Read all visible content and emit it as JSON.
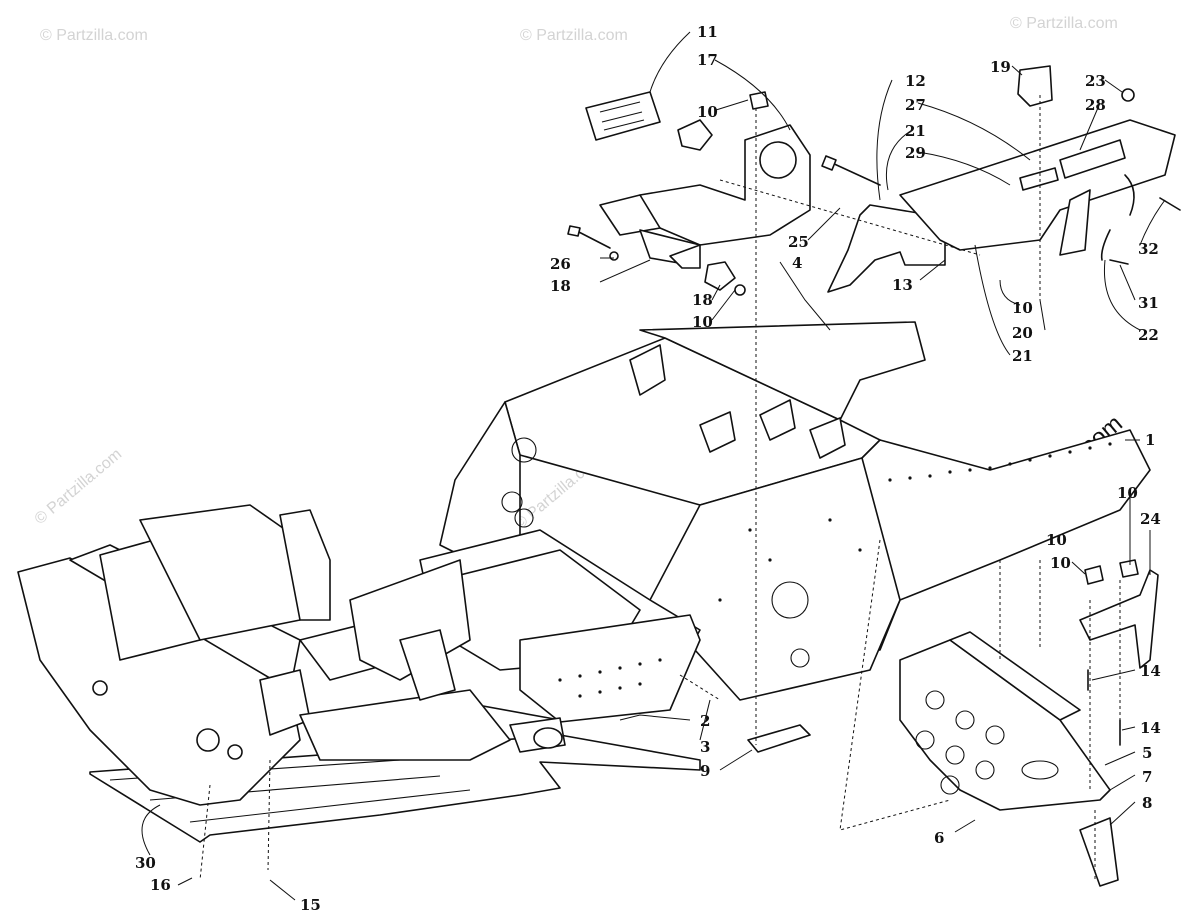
{
  "watermark": {
    "brand": "© Partzilla.com",
    "small": "© Partzilla.com"
  },
  "callouts": {
    "c1": "1",
    "c2": "2",
    "c3": "3",
    "c4": "4",
    "c5": "5",
    "c6": "6",
    "c7": "7",
    "c8": "8",
    "c9": "9",
    "c10a": "10",
    "c10b": "10",
    "c10c": "10",
    "c10d": "10",
    "c10e": "10",
    "c10f": "10",
    "c11": "11",
    "c12": "12",
    "c13": "13",
    "c14a": "14",
    "c14b": "14",
    "c15": "15",
    "c16": "16",
    "c17": "17",
    "c18a": "18",
    "c18b": "18",
    "c19": "19",
    "c20": "20",
    "c21a": "21",
    "c21b": "21",
    "c22": "22",
    "c23": "23",
    "c24": "24",
    "c25": "25",
    "c26": "26",
    "c27": "27",
    "c28": "28",
    "c29": "29",
    "c30": "30",
    "c31": "31",
    "c32": "32"
  }
}
